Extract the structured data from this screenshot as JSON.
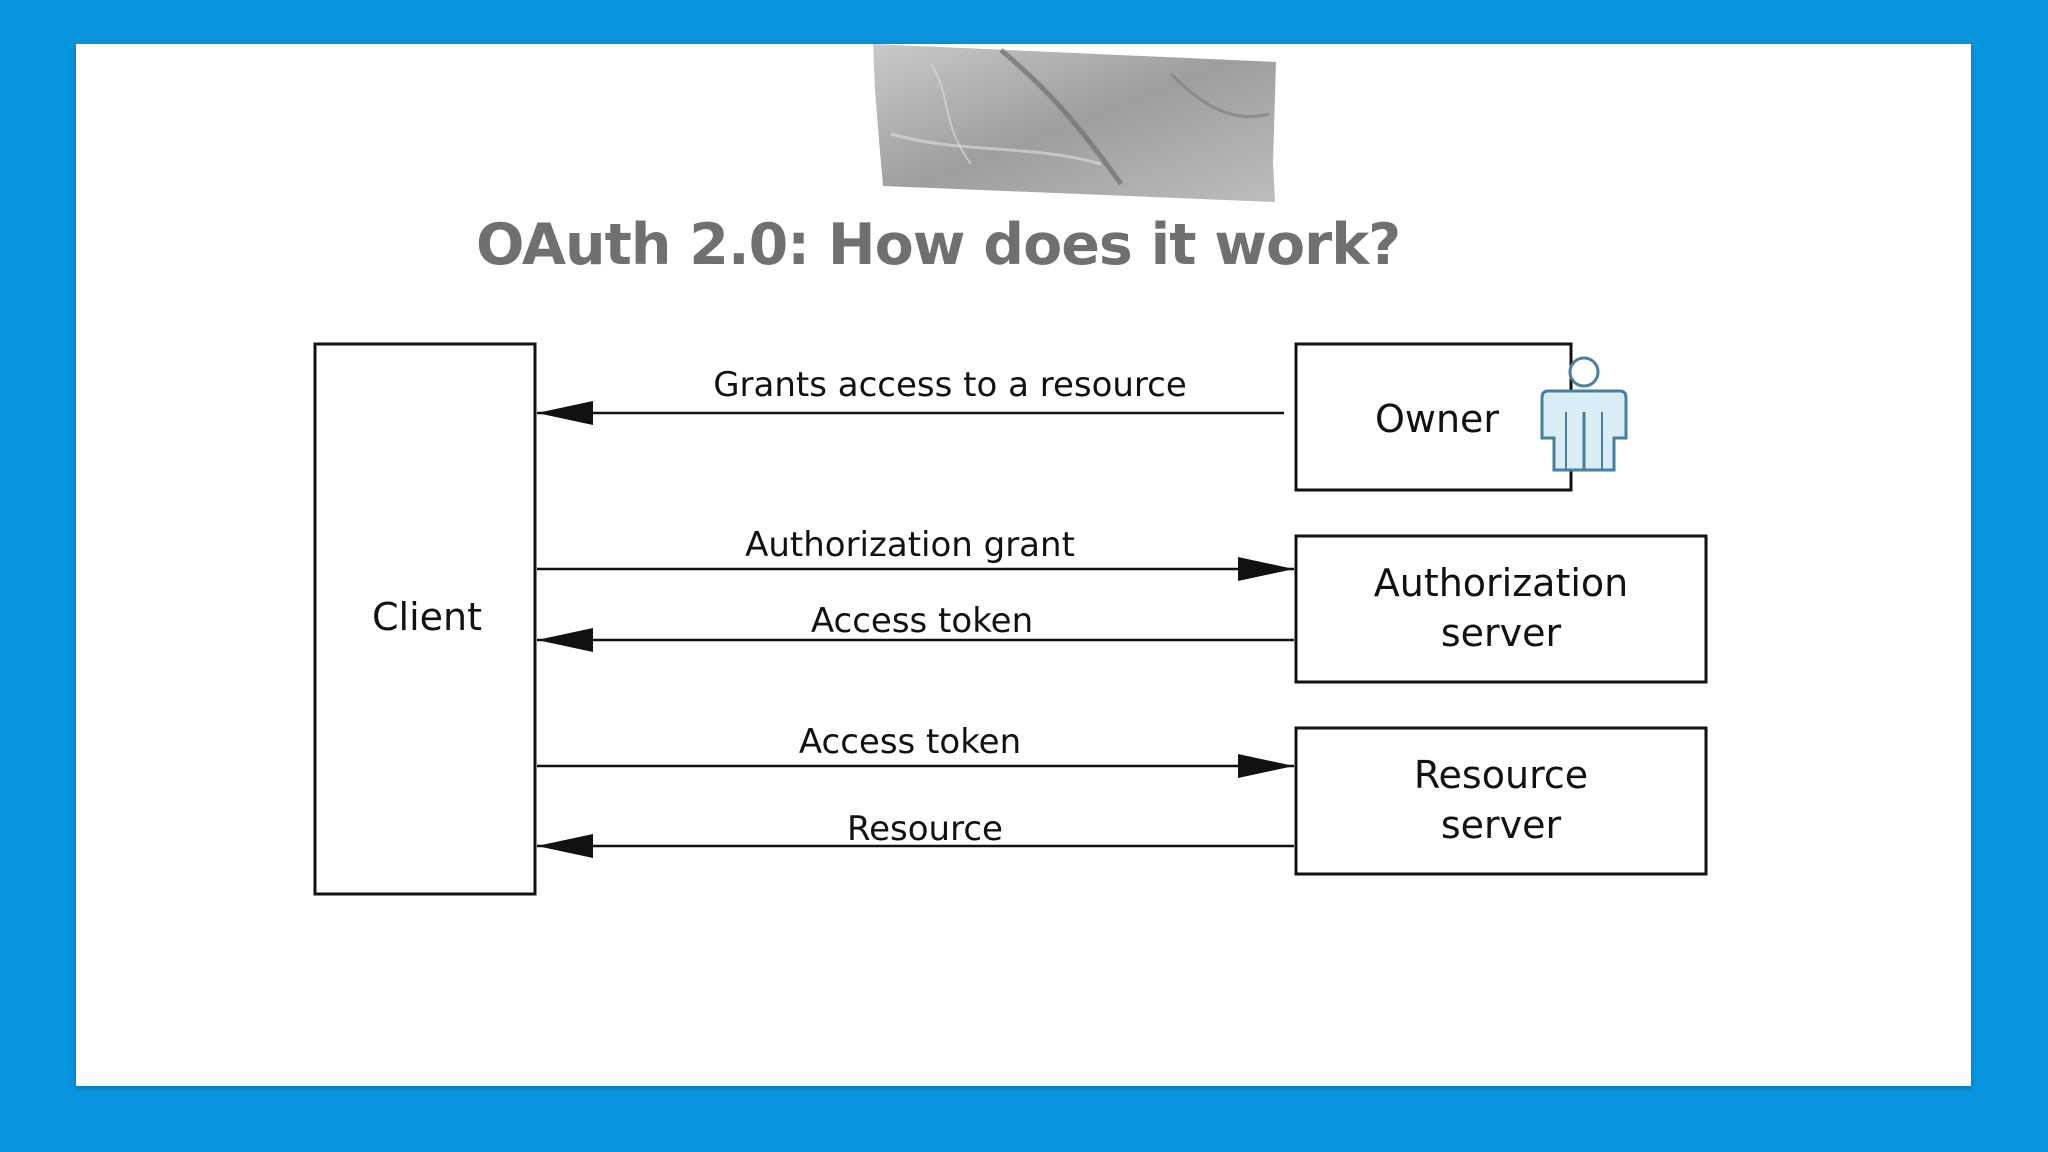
{
  "slide": {
    "title": "OAuth 2.0: How does it work?"
  },
  "colors": {
    "background": "#0a95e0",
    "card": "#ffffff",
    "title": "#707070",
    "diagram_stroke": "#111111",
    "owner_figure_fill": "#dbeef8",
    "owner_figure_stroke": "#4a7f9a"
  },
  "icons": {
    "tape": "tape-strip",
    "owner": "person-icon"
  },
  "diagram": {
    "nodes": {
      "client": "Client",
      "owner": "Owner",
      "authorization_server": [
        "Authorization",
        "server"
      ],
      "resource_server": [
        "Resource",
        "server"
      ]
    },
    "edges": {
      "grants_access": "Grants access to a resource",
      "authorization_grant": "Authorization grant",
      "access_token_return": "Access token",
      "access_token_send": "Access token",
      "resource": "Resource"
    }
  }
}
